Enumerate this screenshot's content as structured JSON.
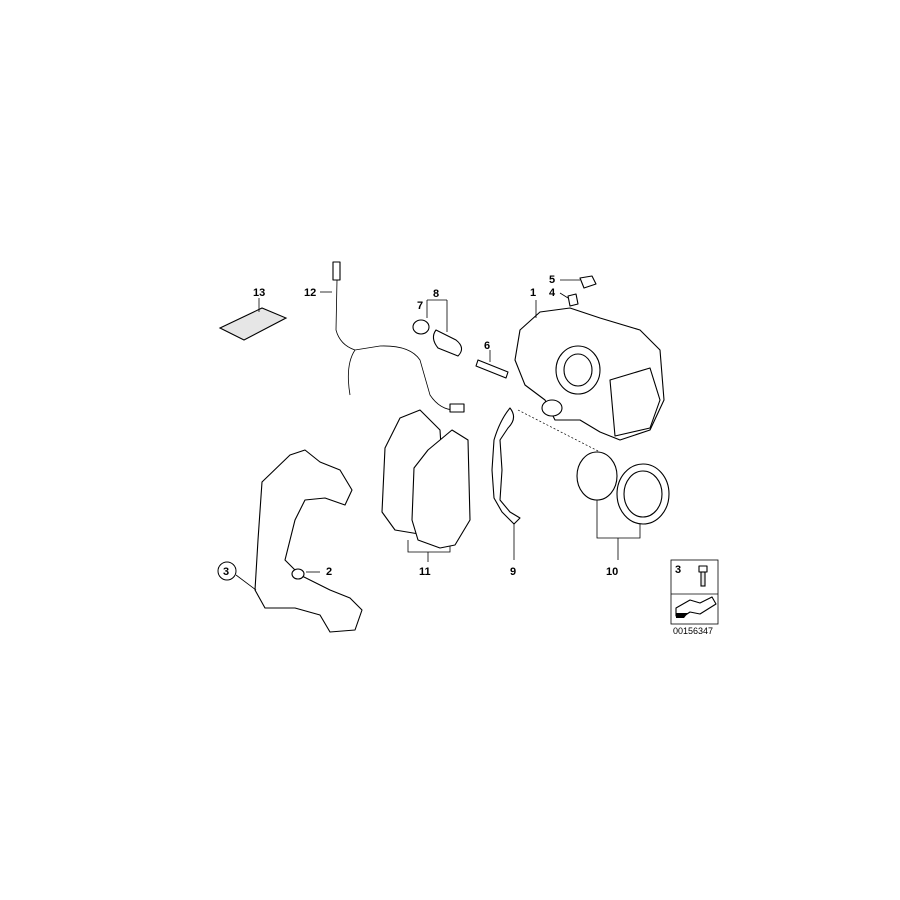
{
  "diagram": {
    "labels": {
      "p1": "1",
      "p2": "2",
      "p3": "3",
      "p4": "4",
      "p5": "5",
      "p6": "6",
      "p7": "7",
      "p8": "8",
      "p9": "9",
      "p10": "10",
      "p11": "11",
      "p12": "12",
      "p13": "13"
    },
    "legend_box": {
      "label": "3"
    },
    "diagram_code": "00156347"
  }
}
